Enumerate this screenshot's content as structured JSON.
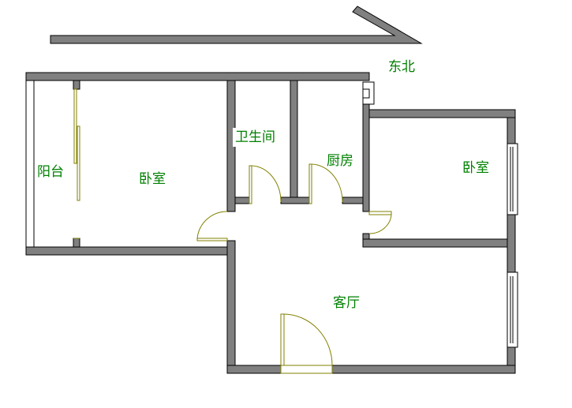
{
  "compass": {
    "label": "东北"
  },
  "rooms": {
    "balcony": "阳台",
    "bedroom_left": "卧室",
    "bathroom": "卫生间",
    "kitchen": "厨房",
    "bedroom_right": "卧室",
    "living_room": "客厅"
  },
  "colors": {
    "wall": "#808080",
    "door": "#808000",
    "label": "#008000"
  }
}
